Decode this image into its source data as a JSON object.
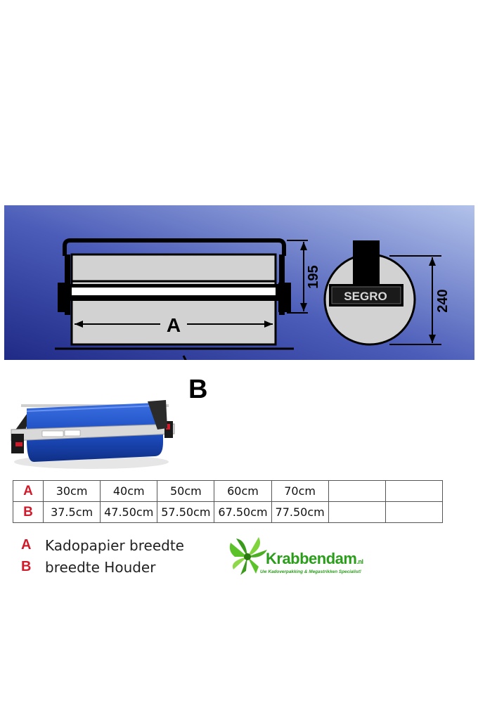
{
  "diagram": {
    "dimension_a": "A",
    "dimension_b": "B",
    "height_front": "195",
    "height_side": "240",
    "brand": "SEGRO"
  },
  "table": {
    "rows": [
      {
        "key": "A",
        "cells": [
          "30cm",
          "40cm",
          "50cm",
          "60cm",
          "70cm",
          "",
          ""
        ]
      },
      {
        "key": "B",
        "cells": [
          "37.5cm",
          "47.50cm",
          "57.50cm",
          "67.50cm",
          "77.50cm",
          "",
          ""
        ]
      }
    ]
  },
  "legend": [
    {
      "key": "A",
      "text": "Kadopapier breedte"
    },
    {
      "key": "B",
      "text": "breedte Houder"
    }
  ],
  "logo": {
    "name": "Krabbendam",
    "tld": ".nl",
    "tagline": "Uw Kadoverpakking & Megastrikken Specialist!"
  },
  "colors": {
    "accent_red": "#d11a2a",
    "banner_dark": "#243190",
    "banner_light": "#9db0df",
    "roll_blue": "#1e4fc4",
    "logo_green": "#2a9e1a"
  }
}
